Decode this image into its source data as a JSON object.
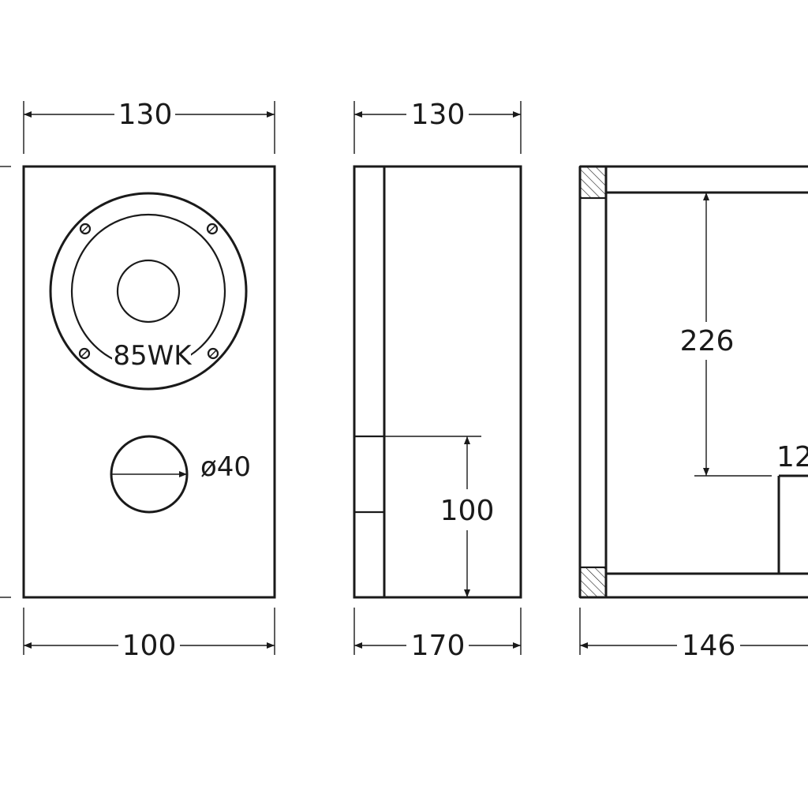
{
  "dimensions": {
    "front_top_width": "130",
    "front_bottom_width": "100",
    "side_top_width": "130",
    "side_bottom_width": "170",
    "side_port_height": "100",
    "section_inner_height": "226",
    "section_bottom_width": "146",
    "section_partial_label": "12"
  },
  "labels": {
    "driver_model": "85WK",
    "port_diameter": "ø40"
  },
  "colors": {
    "line": "#1a1a1a",
    "background": "#ffffff"
  }
}
